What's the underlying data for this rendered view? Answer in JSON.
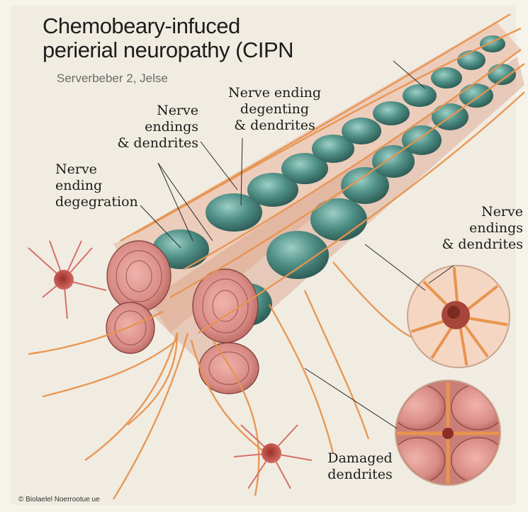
{
  "header": {
    "title_line1": "Chemobeary-infuced",
    "title_line2": "perierial neuropathy (CIPN",
    "subtitle": "Serverbeber 2, Jelse"
  },
  "labels": {
    "nerve_ending_degeneration": [
      "Nerve",
      "ending",
      "degegration"
    ],
    "nerve_endings_dendrites_left": [
      "Nerve",
      "endings",
      "& dendrites"
    ],
    "nerve_ending_degenerating_top": [
      "Nerve ending",
      "degenting",
      "& dendrites"
    ],
    "nerve_endings_dendrites_right": [
      "Nerve",
      "endings",
      "& dendrites"
    ],
    "damaged_dendrites": [
      "Damaged",
      "dendrites"
    ]
  },
  "footer": {
    "credit": "© Biolaelel Noerrootue ue"
  },
  "colors": {
    "background": "#f1ece2",
    "nerve_fiber": "#e8944f",
    "myelin_teal": "#4f8f86",
    "fascicle_pink": "#d98c86",
    "neuron_red": "#c8524a"
  }
}
